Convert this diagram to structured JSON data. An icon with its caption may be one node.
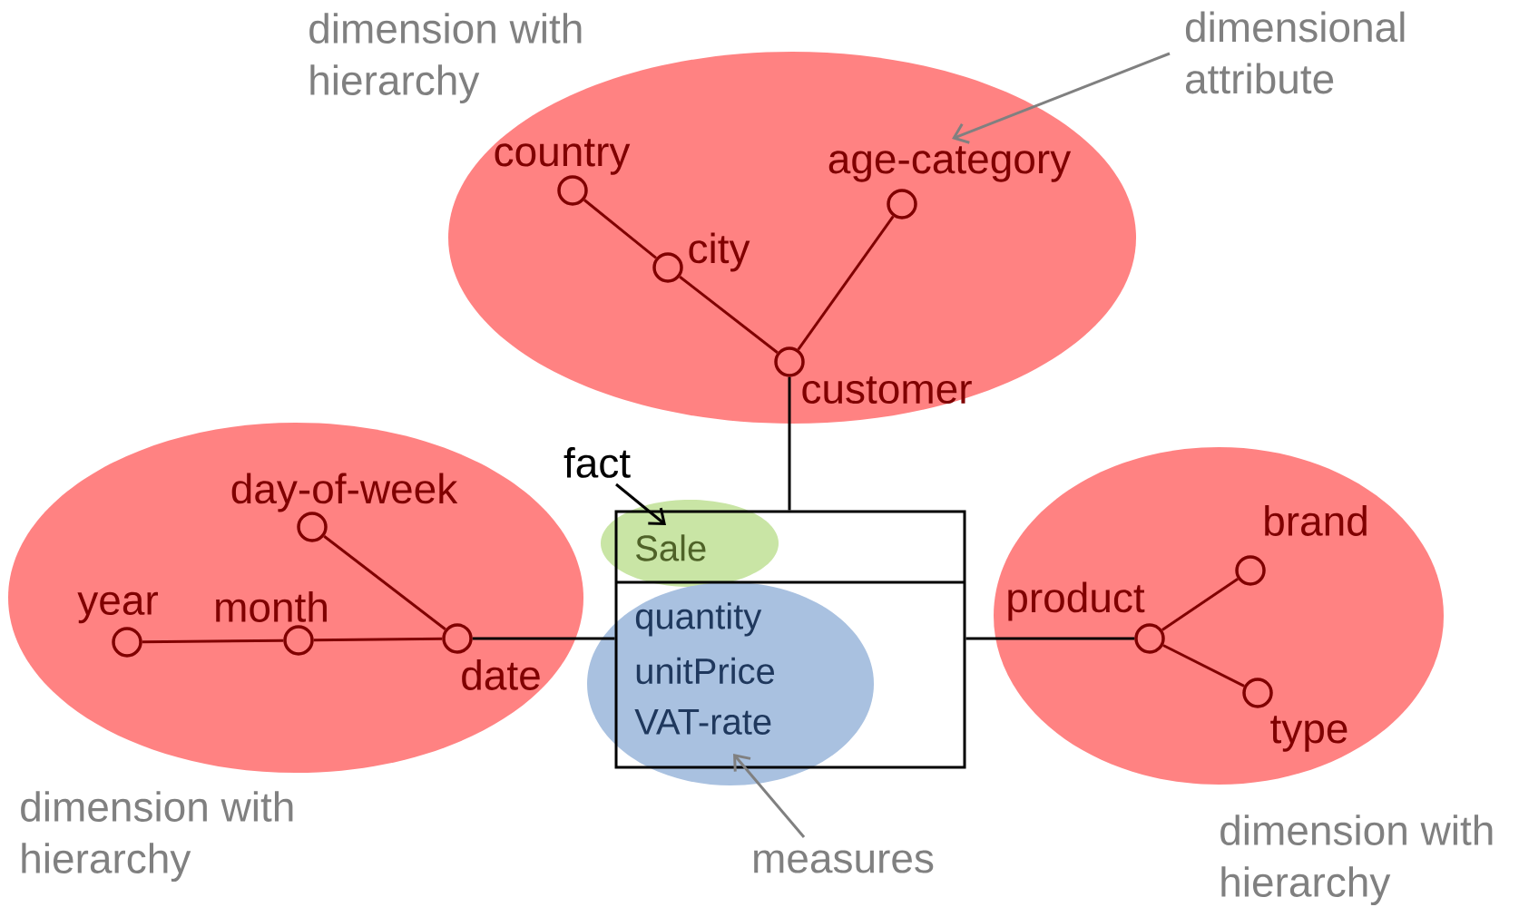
{
  "diagram": {
    "nodes": [
      {
        "text": [
          "dimension with hierarchy"
        ]
      },
      {
        "text": [
          "country"
        ],
        "in": 0
      },
      {
        "text": [
          "city"
        ],
        "in": 0
      },
      {
        "text": [
          "age-category"
        ],
        "in": 0
      },
      {
        "text": [
          "customer"
        ],
        "in": 0
      },
      {
        "text": [
          "dimensional attribute"
        ]
      },
      {
        "text": [
          "dimension with hierarchy"
        ]
      },
      {
        "text": [
          "day-of-week"
        ],
        "in": 6
      },
      {
        "text": [
          "year"
        ],
        "in": 6
      },
      {
        "text": [
          "month"
        ],
        "in": 6
      },
      {
        "text": [
          "date"
        ],
        "in": 6
      },
      {
        "text": [
          "fact"
        ]
      },
      {
        "text": [],
        "shape": "box"
      },
      {
        "text": [
          "Sale"
        ]
      },
      {
        "text": [
          "quantity",
          "unitPrice",
          "VAT-rate"
        ]
      },
      {
        "text": [
          "dimension with hierarchy"
        ]
      },
      {
        "text": [
          "product"
        ],
        "in": 15
      },
      {
        "text": [
          "brand"
        ],
        "in": 15
      },
      {
        "text": [
          "type"
        ],
        "in": 15
      },
      {
        "text": [
          "measures"
        ]
      }
    ],
    "edges": [
      {
        "from": 1,
        "to": 2,
        "arrow": "none"
      },
      {
        "from": 2,
        "to": 4,
        "arrow": "none"
      },
      {
        "from": 3,
        "to": 4,
        "arrow": "none"
      },
      {
        "from": 5,
        "to": 0,
        "arrow": "to",
        "color": "#808080"
      },
      {
        "from": 7,
        "to": 10,
        "arrow": "none"
      },
      {
        "from": 8,
        "to": 9,
        "arrow": "none"
      },
      {
        "from": 9,
        "to": 10,
        "arrow": "none"
      },
      {
        "from": 4,
        "to": 12,
        "arrow": "none",
        "color": "#000000"
      },
      {
        "from": 10,
        "to": 12,
        "arrow": "none",
        "color": "#000000"
      },
      {
        "from": 11,
        "to": 13,
        "arrow": "to",
        "color": "#000000"
      },
      {
        "from": 16,
        "to": 17,
        "arrow": "none"
      },
      {
        "from": 16,
        "to": 18,
        "arrow": "none"
      },
      {
        "from": 16,
        "to": 12,
        "arrow": "none",
        "color": "#000000"
      },
      {
        "from": 19,
        "to": 14,
        "arrow": "to",
        "color": "#808080"
      }
    ]
  }
}
